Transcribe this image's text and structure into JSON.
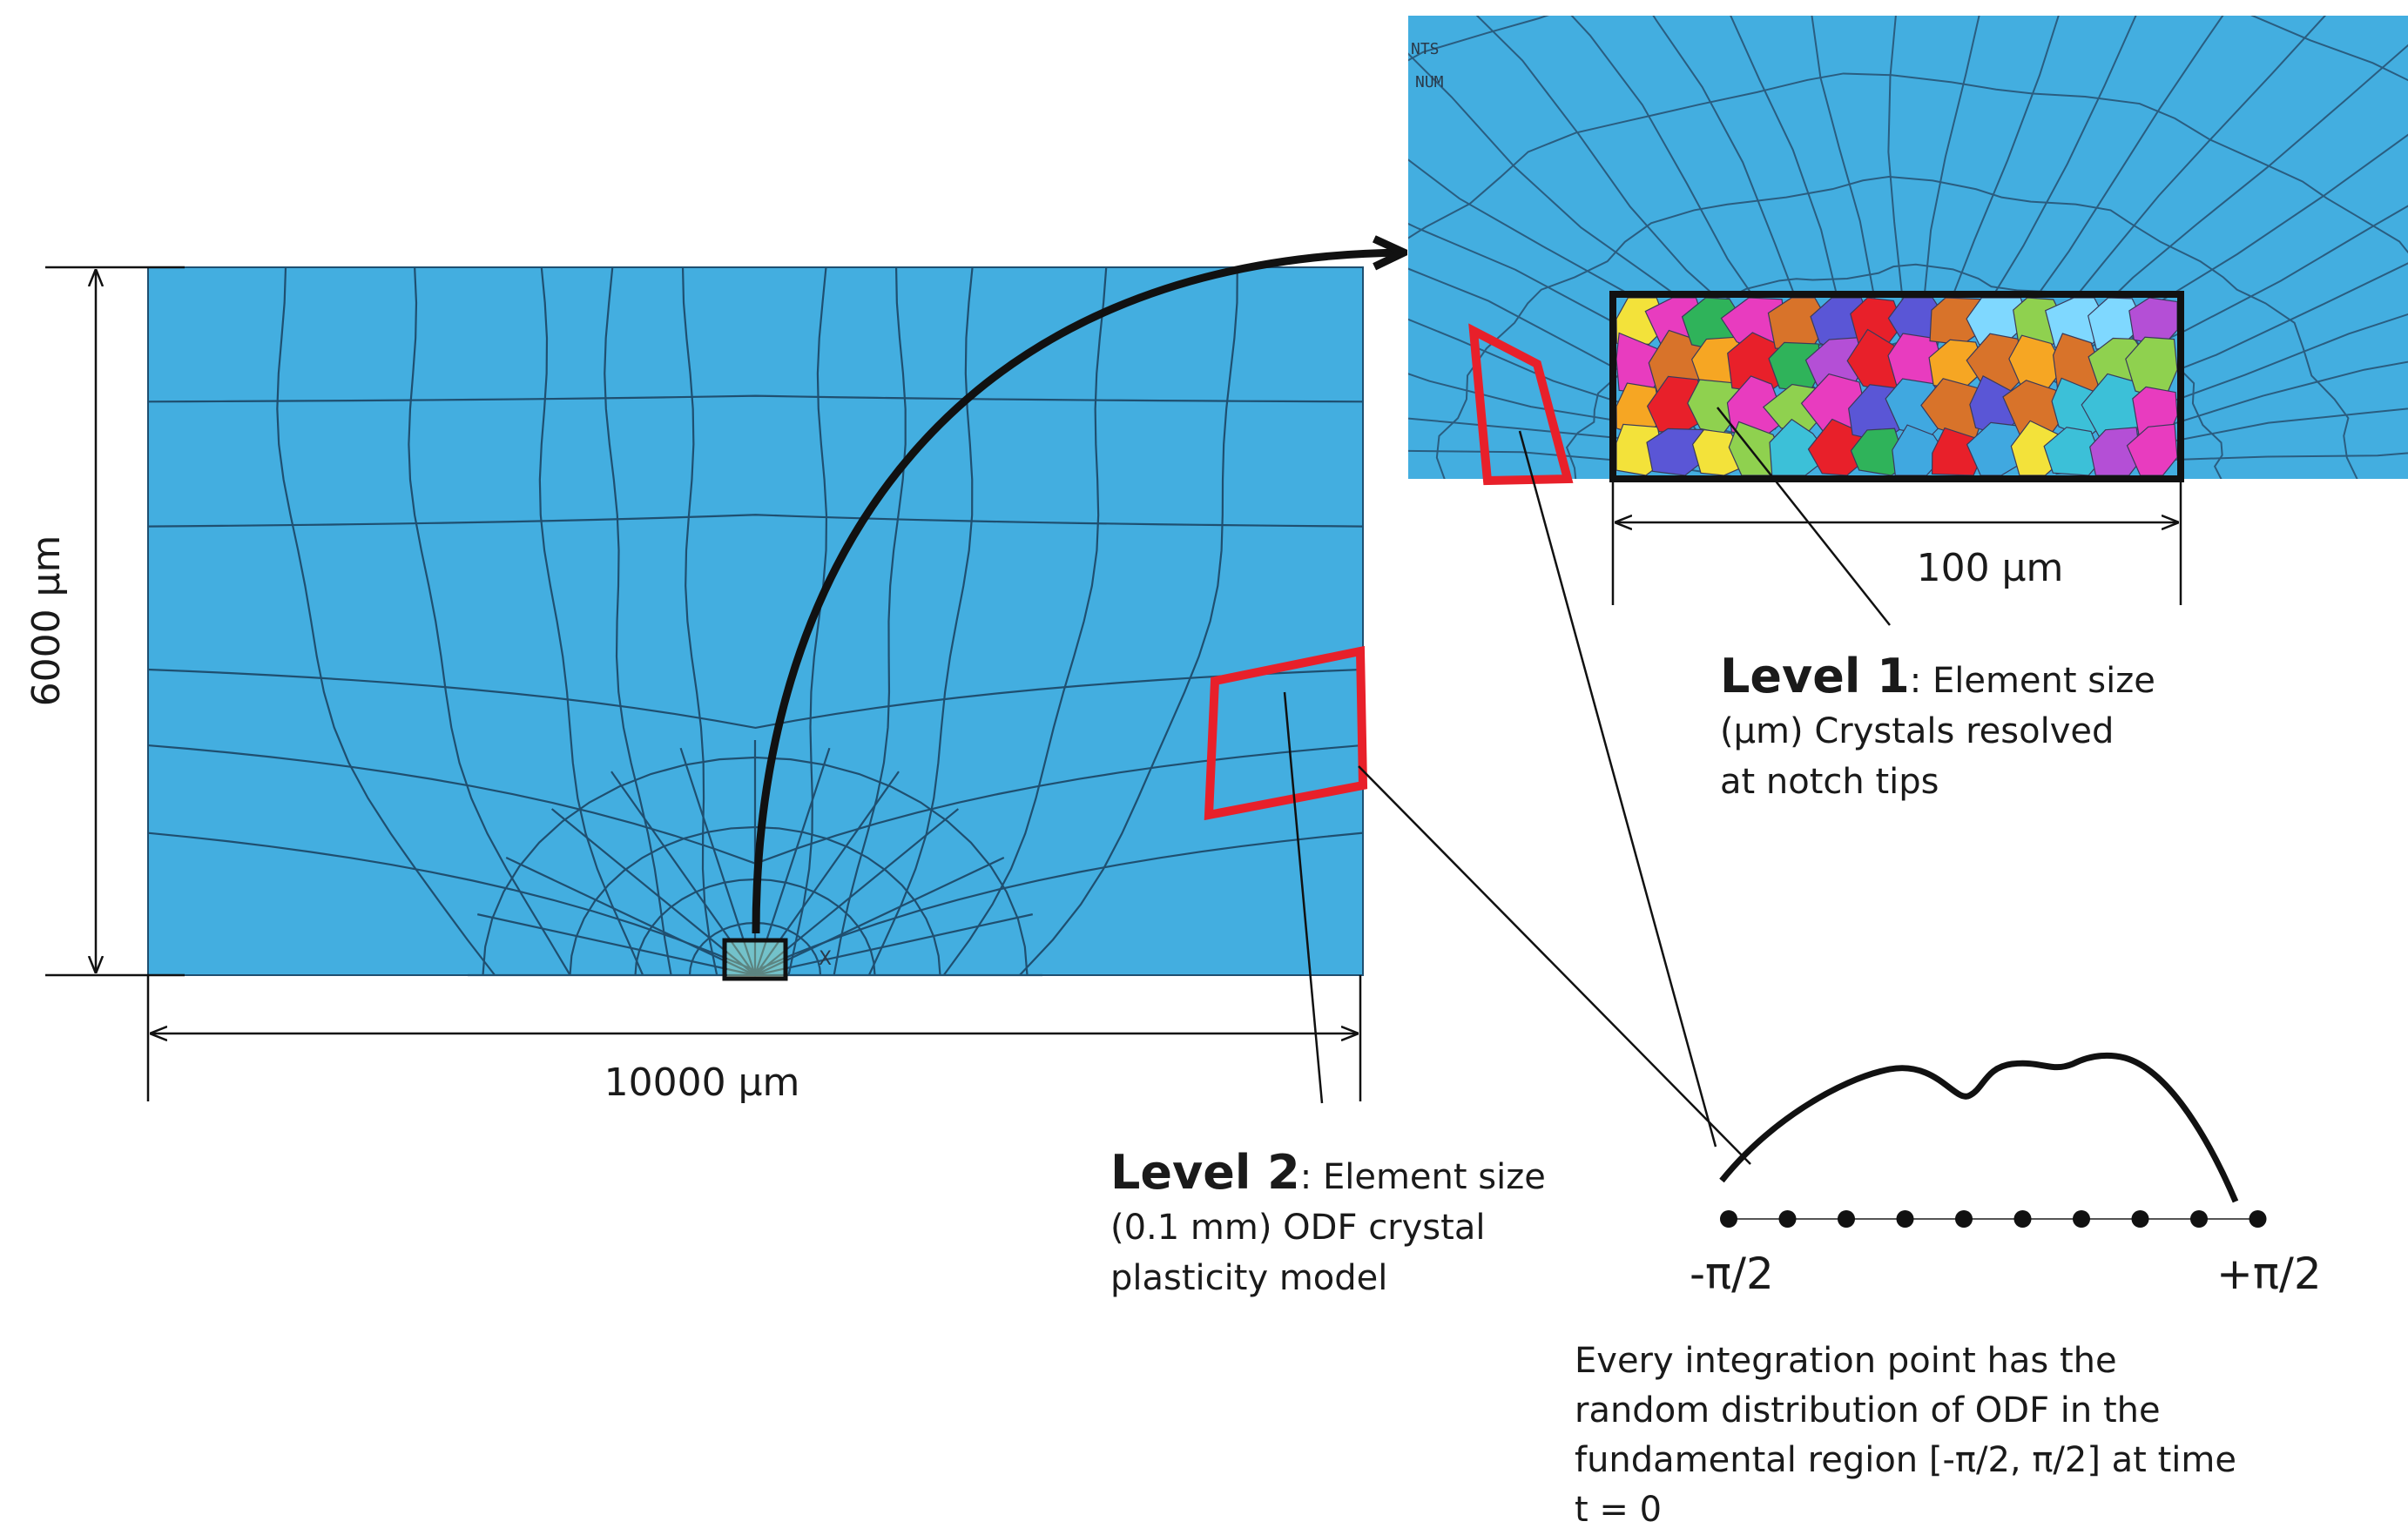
{
  "colors": {
    "mesh_fill": "#43aee0",
    "mesh_line": "#1f4f70",
    "highlight_red": "#e8202a",
    "outline_black": "#111111"
  },
  "labels": {
    "height_dim": "6000 µm",
    "width_dim": "10000 µm",
    "zoom_dim": "100 µm",
    "level1_bold": "Level 1",
    "level1_text": ": Element size (µm) Crystals resolved at notch tips",
    "level2_bold": "Level 2",
    "level2_text": ": Element size (0.1 mm) ODF crystal plasticity model",
    "axis_left": "-π/2",
    "axis_right": "+π/2",
    "note": "Every integration point has the random distribution of ODF in the fundamental region [-π/2, π/2] at time t = 0",
    "inset_tag_1": "NTS",
    "inset_tag_2": "NUM",
    "coord_x": "X"
  },
  "icons": [
    "curved-arrow-icon",
    "dimension-arrow-icon"
  ]
}
